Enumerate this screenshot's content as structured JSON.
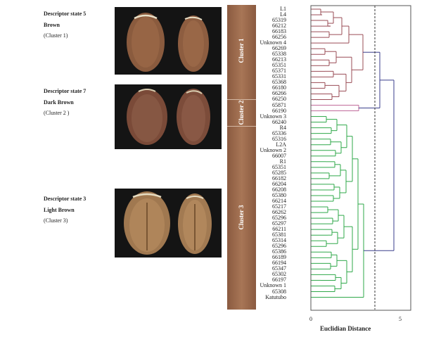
{
  "descriptors": [
    {
      "state": "Descriptor state 5",
      "color": "Brown",
      "cluster": "(Cluster 1)"
    },
    {
      "state": "Descriptor state 7",
      "color": "Dark Brown",
      "cluster": "(Cluster 2 )"
    },
    {
      "state": "Descriptor state 3",
      "color": "Light Brown",
      "cluster": "(Cluster 3)"
    }
  ],
  "clusters": [
    "Cluster 1",
    "Cluster 2",
    "Cluster 3"
  ],
  "leaves": [
    "L1",
    "L4",
    "65319",
    "66212",
    "66183",
    "66256",
    "Unknown 4",
    "66269",
    "65338",
    "66213",
    "65351",
    "65371",
    "65331",
    "65368",
    "66180",
    "66266",
    "66250",
    "65871",
    "66190",
    "Unknown 3",
    "66240",
    "R4",
    "65336",
    "65316",
    "L2A",
    "Unknown 2",
    "66007",
    "R1",
    "65351",
    "65285",
    "66182",
    "66204",
    "66208",
    "65380",
    "66214",
    "65217",
    "66262",
    "65296",
    "65297",
    "66211",
    "65381",
    "65314",
    "65296",
    "65386",
    "66189",
    "66194",
    "65347",
    "65302",
    "66197",
    "Unknown 1",
    "65308",
    "Katutubo"
  ],
  "axis": {
    "ticks": [
      "0",
      "5"
    ],
    "label": "Euclidian Distance"
  },
  "colors": {
    "cluster1": "#9a4c56",
    "cluster2": "#c06a9a",
    "cluster3": "#2fa84a",
    "root": "#3a3e8c",
    "band": "#a06e50"
  }
}
